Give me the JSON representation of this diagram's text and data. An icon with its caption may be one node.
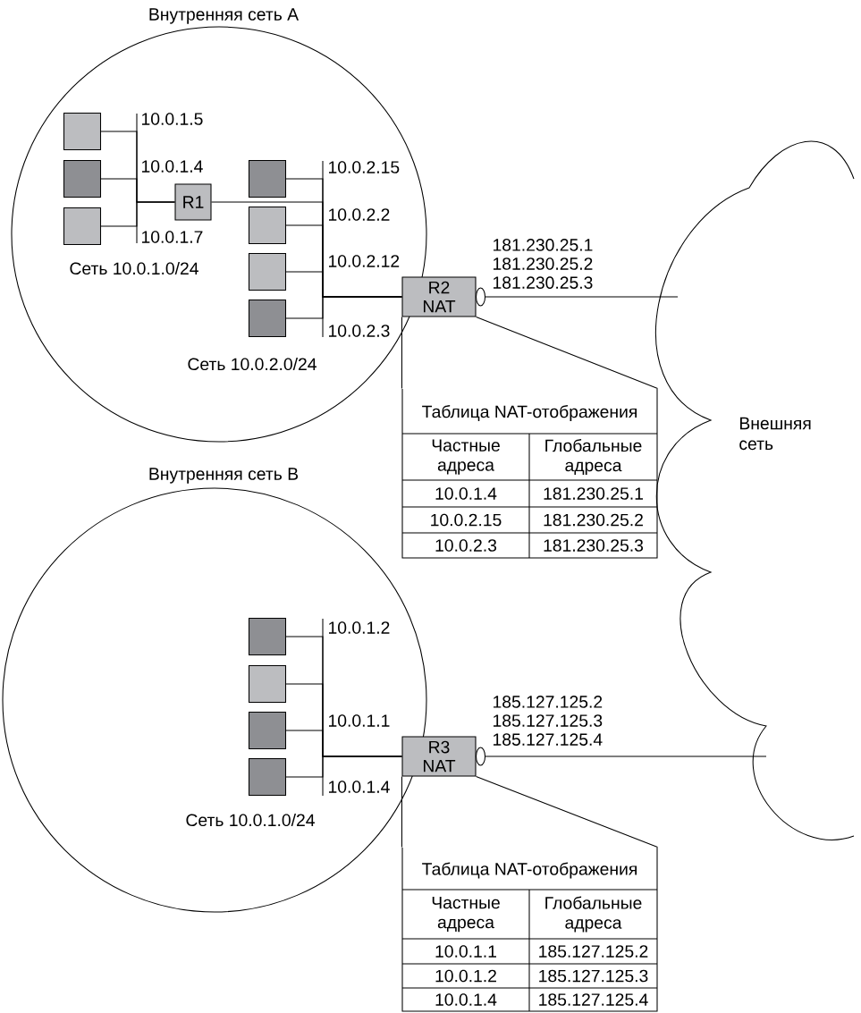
{
  "diagram": {
    "nodes": [
      {
        "text": [
          "Внутренняя сеть A"
        ]
      },
      {
        "text": [],
        "shape": "box",
        "in": 0
      },
      {
        "text": [],
        "shape": "box",
        "in": 0
      },
      {
        "text": [],
        "shape": "box",
        "in": 0
      },
      {
        "text": [
          "R1"
        ],
        "in": 0
      },
      {
        "text": [],
        "shape": "box",
        "in": 0
      },
      {
        "text": [],
        "shape": "box",
        "in": 0
      },
      {
        "text": [],
        "shape": "box",
        "in": 0
      },
      {
        "text": [],
        "shape": "box",
        "in": 0
      },
      {
        "text": [
          "R2 NAT"
        ]
      },
      {
        "text": [
          "Таблица NAT-отображения",
          "Частные адреса",
          "Глобальные адреса",
          "10.0.1.4",
          "181.230.25.1",
          "10.0.2.15",
          "181.230.25.2",
          "10.0.2.3",
          "181.230.25.3"
        ]
      },
      {
        "text": [
          "Внутренняя сеть B"
        ]
      },
      {
        "text": [],
        "shape": "box",
        "in": 11
      },
      {
        "text": [],
        "shape": "box",
        "in": 11
      },
      {
        "text": [],
        "shape": "box",
        "in": 11
      },
      {
        "text": [],
        "shape": "box",
        "in": 11
      },
      {
        "text": [
          "R3 NAT"
        ]
      },
      {
        "text": [
          "Таблица NAT-отображения",
          "Частные адреса",
          "Глобальные адреса",
          "10.0.1.1",
          "185.127.125.2",
          "10.0.1.2",
          "185.127.125.3",
          "10.0.1.4",
          "185.127.125.4"
        ]
      },
      {
        "text": [
          "Внешняя сеть"
        ]
      }
    ],
    "edges": [
      {
        "from": 1,
        "to": 4,
        "arrow": "none"
      },
      {
        "from": 2,
        "to": 4,
        "arrow": "none"
      },
      {
        "from": 3,
        "to": 4,
        "arrow": "none"
      },
      {
        "from": 4,
        "to": 9,
        "arrow": "none"
      },
      {
        "from": 5,
        "to": 9,
        "arrow": "none"
      },
      {
        "from": 6,
        "to": 9,
        "arrow": "none"
      },
      {
        "from": 7,
        "to": 9,
        "arrow": "none"
      },
      {
        "from": 8,
        "to": 9,
        "arrow": "none"
      },
      {
        "from": 9,
        "to": 10,
        "arrow": "none"
      },
      {
        "from": 9,
        "to": 18,
        "arrow": "none",
        "label": "181.230.25.1 181.230.25.2 181.230.25.3"
      },
      {
        "from": 12,
        "to": 16,
        "arrow": "none"
      },
      {
        "from": 13,
        "to": 16,
        "arrow": "none"
      },
      {
        "from": 14,
        "to": 16,
        "arrow": "none"
      },
      {
        "from": 15,
        "to": 16,
        "arrow": "none"
      },
      {
        "from": 16,
        "to": 17,
        "arrow": "none"
      },
      {
        "from": 16,
        "to": 18,
        "arrow": "none",
        "label": "185.127.125.2 185.127.125.3 185.127.125.4"
      }
    ],
    "labels": [
      "10.0.1.5",
      "10.0.1.4",
      "10.0.1.7",
      "Сеть 10.0.1.0/24",
      "10.0.2.15",
      "10.0.2.2",
      "10.0.2.12",
      "10.0.2.3",
      "Сеть 10.0.2.0/24",
      "10.0.1.2",
      "10.0.1.1",
      "10.0.1.4",
      "Сеть 10.0.1.0/24"
    ]
  }
}
